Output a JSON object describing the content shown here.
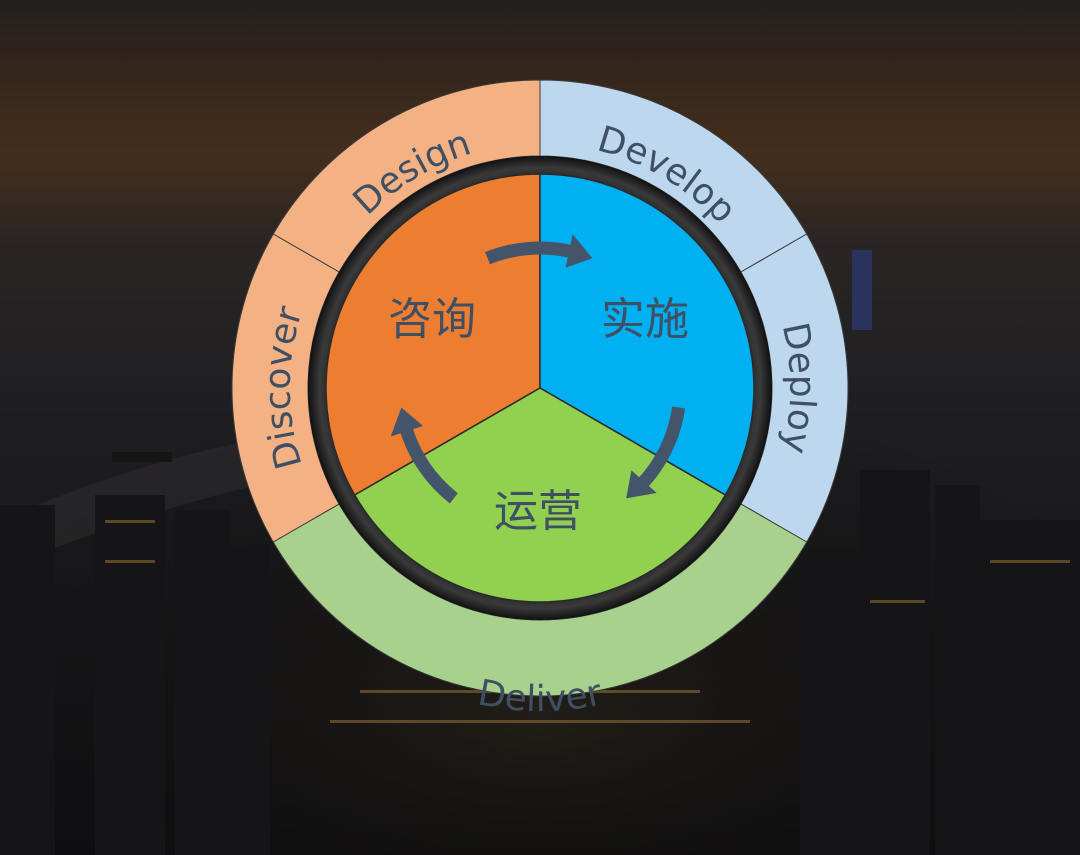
{
  "diagram": {
    "outer_ring": [
      {
        "label": "Design",
        "color": "#f4b183"
      },
      {
        "label": "Develop",
        "color": "#bdd7ee"
      },
      {
        "label": "Deploy",
        "color": "#bdd7ee"
      },
      {
        "label": "Deliver",
        "color": "#a9d18e"
      },
      {
        "label": "Discover",
        "color": "#f4b183"
      }
    ],
    "inner_segments": [
      {
        "label": "咨询",
        "color": "#ed7d31"
      },
      {
        "label": "实施",
        "color": "#00b0f0"
      },
      {
        "label": "运营",
        "color": "#92d050"
      }
    ],
    "arrow_color": "#44546a",
    "text_color": "#3f5064"
  }
}
